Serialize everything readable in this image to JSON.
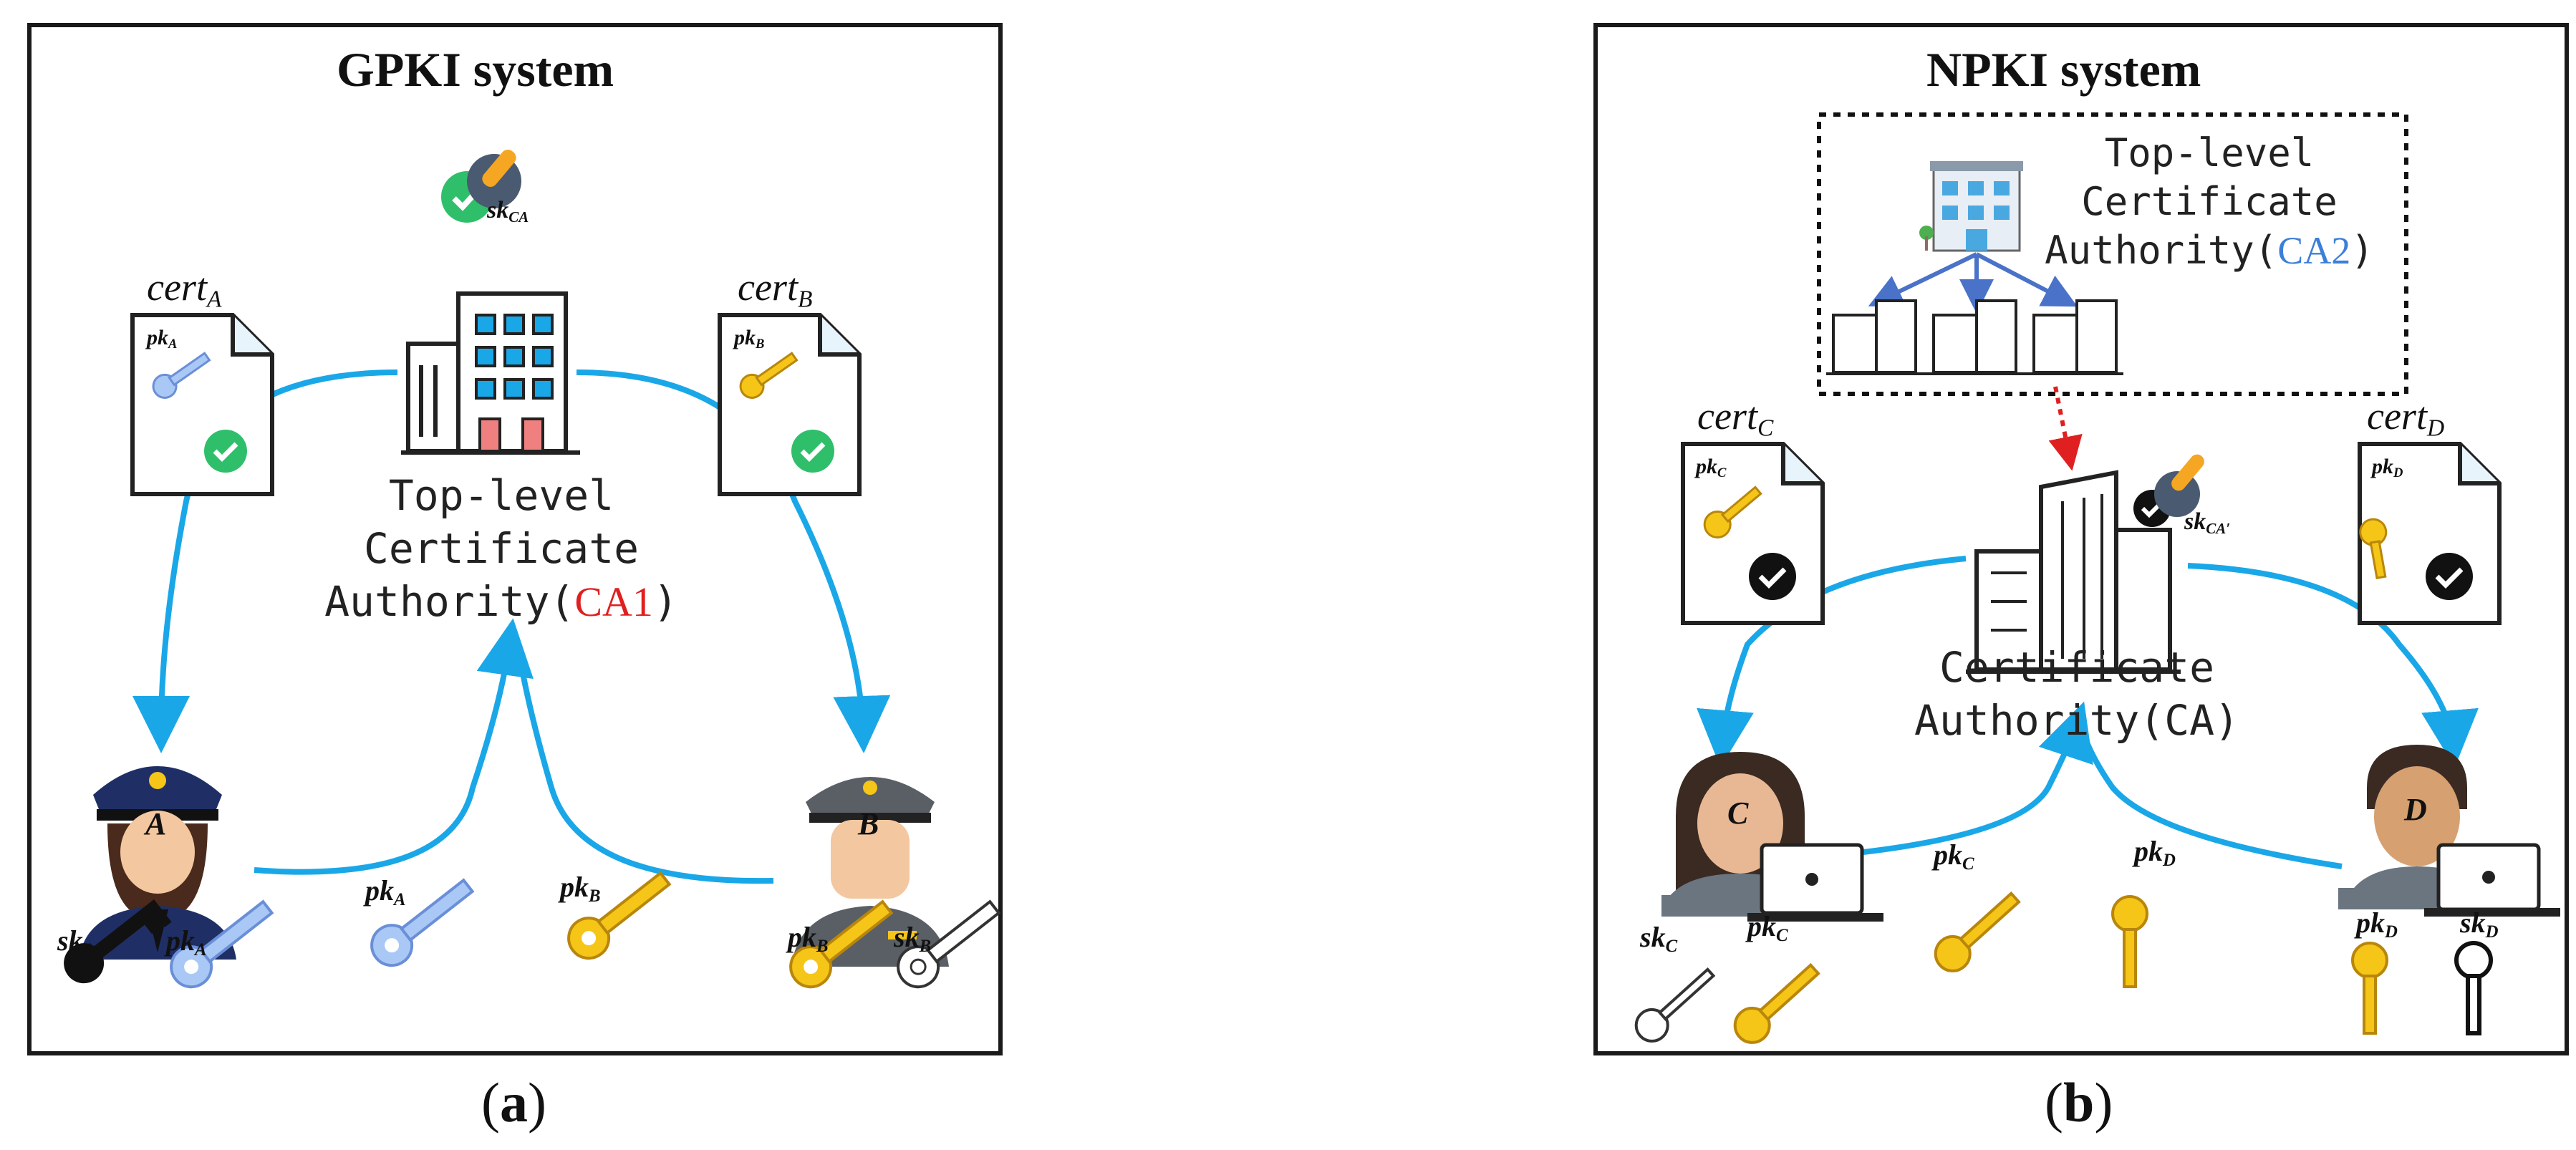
{
  "panel_a": {
    "title": "GPKI system",
    "sk_ca_label": "sk",
    "sk_ca_sub": "CA",
    "ca_line1": "Top-level",
    "ca_line2": "Certificate",
    "ca_line3": "Authority",
    "ca_paren_open": "(",
    "ca_name": "CA1",
    "ca_paren_close": ")",
    "cert_a": {
      "main": "cert",
      "sub": "A"
    },
    "cert_b": {
      "main": "cert",
      "sub": "B"
    },
    "pk_a_doc": {
      "main": "pk",
      "sub": "A"
    },
    "pk_b_doc": {
      "main": "pk",
      "sub": "B"
    },
    "user_a_letter": "A",
    "user_b_letter": "B",
    "sk_a": {
      "main": "sk",
      "sub": "A"
    },
    "pk_a_own": {
      "main": "pk",
      "sub": "A"
    },
    "pk_a_sent": {
      "main": "pk",
      "sub": "A"
    },
    "pk_b_sent": {
      "main": "pk",
      "sub": "B"
    },
    "pk_b_own": {
      "main": "pk",
      "sub": "B"
    },
    "sk_b": {
      "main": "sk",
      "sub": "B"
    },
    "caption": "a"
  },
  "panel_b": {
    "title": "NPKI system",
    "top_line1": "Top-level",
    "top_line2": "Certificate",
    "top_line3": "Authority",
    "top_paren_open": "(",
    "top_name": "CA2",
    "top_paren_close": ")",
    "sk_ca_label": "sk",
    "sk_ca_sub": "CA′",
    "ca_line1": "Certificate",
    "ca_line2": "Authority(CA)",
    "cert_c": {
      "main": "cert",
      "sub": "C"
    },
    "cert_d": {
      "main": "cert",
      "sub": "D"
    },
    "pk_c_doc": {
      "main": "pk",
      "sub": "C"
    },
    "pk_d_doc": {
      "main": "pk",
      "sub": "D"
    },
    "user_c_letter": "C",
    "user_d_letter": "D",
    "sk_c": {
      "main": "sk",
      "sub": "C"
    },
    "pk_c_own": {
      "main": "pk",
      "sub": "C"
    },
    "pk_c_sent": {
      "main": "pk",
      "sub": "C"
    },
    "pk_d_sent": {
      "main": "pk",
      "sub": "D"
    },
    "pk_d_own": {
      "main": "pk",
      "sub": "D"
    },
    "sk_d": {
      "main": "sk",
      "sub": "D"
    },
    "caption": "b"
  },
  "colors": {
    "arrow": "#1aa7e8",
    "key_blue": "#a9c8f5",
    "key_yellow": "#f5c518",
    "check_green": "#2fbf6b",
    "highlight_red": "#e02020",
    "highlight_blue": "#3b7fd9",
    "dashed_red": "#e02020",
    "tree_arrow": "#4a72c8"
  },
  "icons": [
    "stamp-icon",
    "building-icon",
    "certificate-document-icon",
    "key-icon",
    "police-officer-icon",
    "person-laptop-icon",
    "office-tower-icon",
    "hotel-building-icon"
  ]
}
